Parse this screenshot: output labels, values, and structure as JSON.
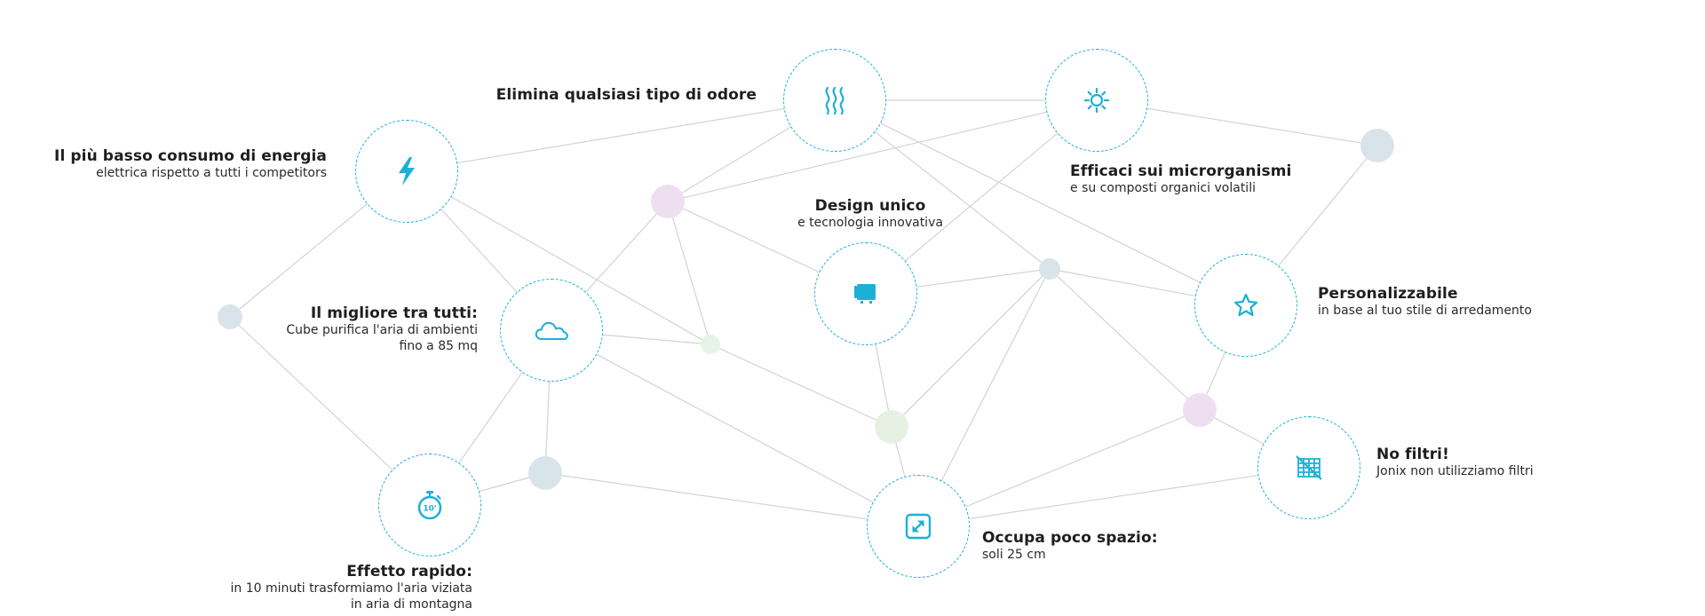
{
  "colors": {
    "accent": "#1cb0d6",
    "line": "#d3d3d3",
    "dot_grey": "#d9e4ea",
    "dot_pink": "#eedff0",
    "dot_green": "#e6f1e4",
    "dot_green_small": "#e8f3e7"
  },
  "features": [
    {
      "id": "energy",
      "icon": "lightning-icon",
      "title": "Il più basso consumo di energia",
      "desc": [
        "elettrica rispetto a tutti i competitors"
      ]
    },
    {
      "id": "odor",
      "icon": "heat-waves-icon",
      "title": "Elimina qualsiasi tipo di odore",
      "desc": []
    },
    {
      "id": "micro",
      "icon": "sun-icon",
      "title": "Efficaci sui microrganismi",
      "desc": [
        "e su composti organici volatili"
      ]
    },
    {
      "id": "best",
      "icon": "cloud-icon",
      "title": "Il migliore tra tutti:",
      "desc": [
        "Cube purifica l'aria di ambienti",
        "fino a 85 mq"
      ]
    },
    {
      "id": "design",
      "icon": "device-icon",
      "title": "Design unico",
      "desc": [
        "e tecnologia innovativa"
      ]
    },
    {
      "id": "custom",
      "icon": "star-icon",
      "title": "Personalizzabile",
      "desc": [
        "in base al tuo stile di arredamento"
      ]
    },
    {
      "id": "fast",
      "icon": "stopwatch-icon",
      "icon_text": "10'",
      "title": "Effetto rapido:",
      "desc": [
        "in 10 minuti trasformiamo l'aria viziata",
        "in aria di  montagna"
      ]
    },
    {
      "id": "space",
      "icon": "resize-icon",
      "title": "Occupa poco spazio:",
      "desc": [
        "soli 25 cm"
      ]
    },
    {
      "id": "nofilter",
      "icon": "no-filter-icon",
      "title": "No filtri!",
      "desc": [
        "Jonix non utilizziamo filtri"
      ]
    }
  ]
}
